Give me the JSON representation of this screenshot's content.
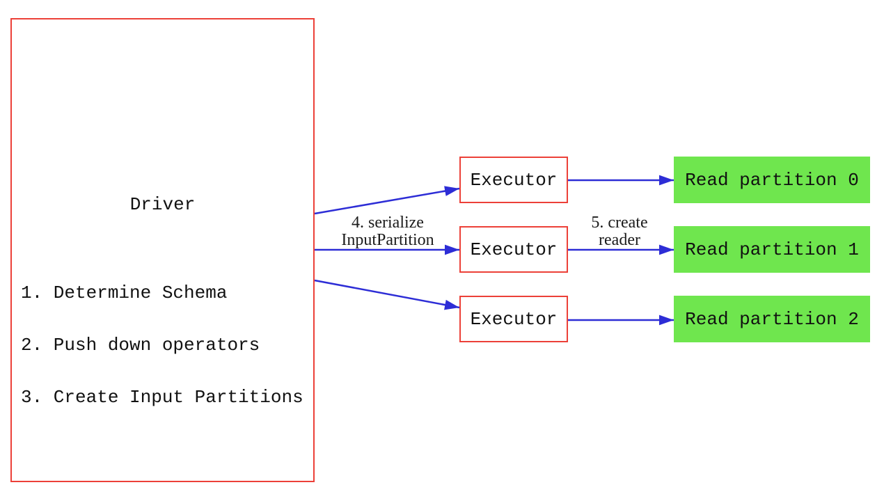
{
  "diagram": {
    "driver": {
      "title": "Driver",
      "steps": [
        "1. Determine Schema",
        "2. Push down operators",
        "3. Create Input Partitions"
      ]
    },
    "executors": [
      {
        "label": "Executor"
      },
      {
        "label": "Executor"
      },
      {
        "label": "Executor"
      }
    ],
    "partitions": [
      {
        "label": "Read partition 0"
      },
      {
        "label": "Read partition 1"
      },
      {
        "label": "Read partition 2"
      }
    ],
    "arrow_labels": {
      "serialize_line1": "4. serialize",
      "serialize_line2": "InputPartition",
      "create_reader_line1": "5. create",
      "create_reader_line2": "reader"
    }
  },
  "colors": {
    "box_border_red": "#ec4038",
    "arrow_blue": "#2d2dd6",
    "partition_green": "#6fe64e",
    "text_black": "#111111"
  }
}
